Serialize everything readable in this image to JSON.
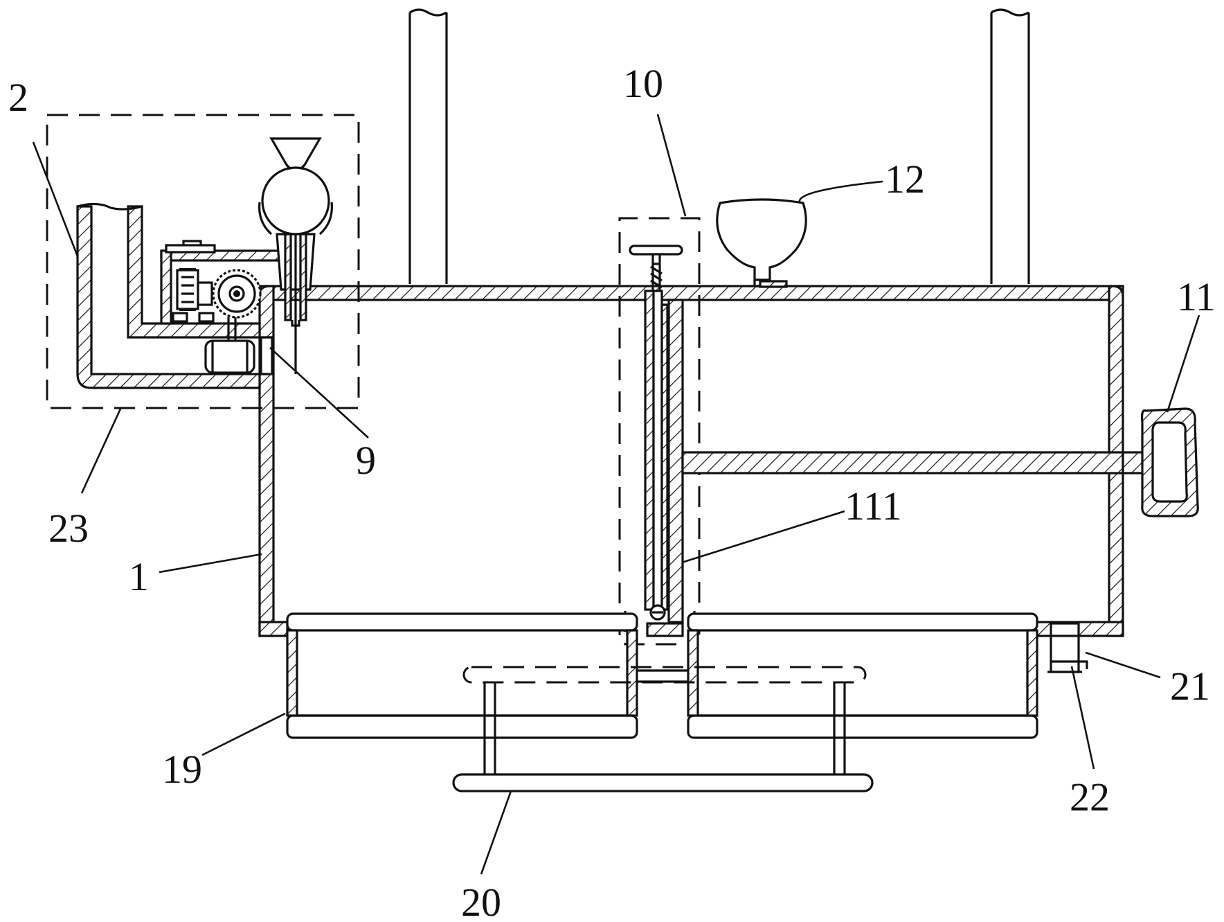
{
  "labels": {
    "l2": "2",
    "l10": "10",
    "l12": "12",
    "l11": "11",
    "l9": "9",
    "l23": "23",
    "l111": "111",
    "l1": "1",
    "l21": "21",
    "l19": "19",
    "l22": "22",
    "l20": "20"
  },
  "colors": {
    "ink": "#111111",
    "paper": "#ffffff"
  }
}
